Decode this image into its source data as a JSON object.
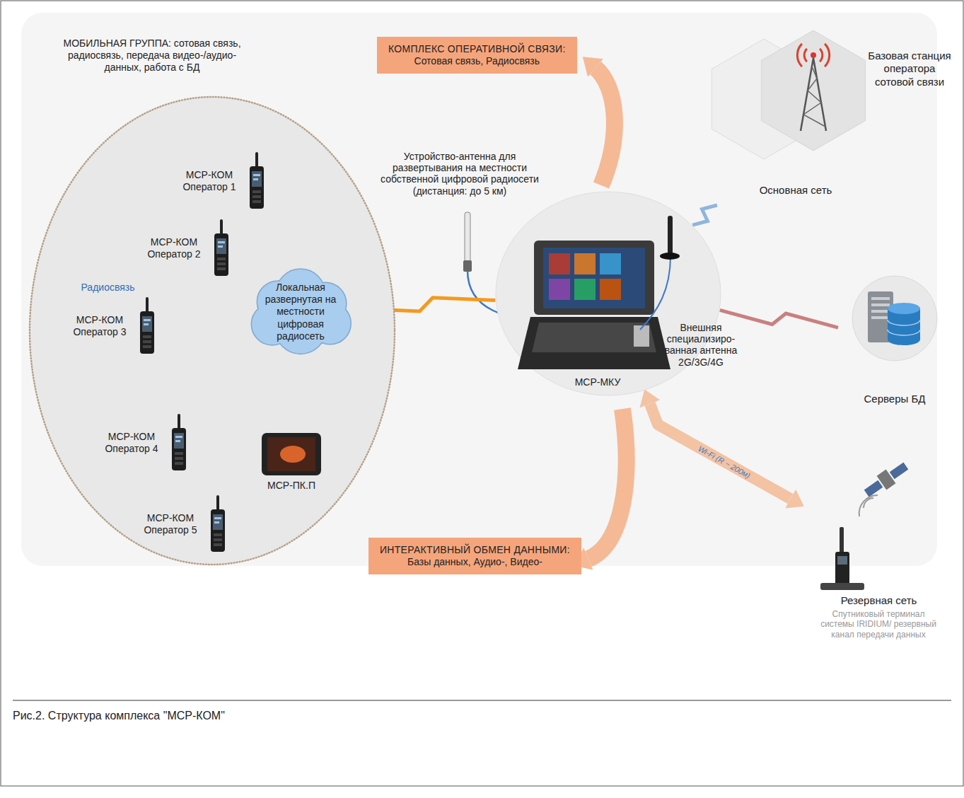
{
  "diagram": {
    "caption": "Рис.2. Структура комплекса \"МСР-КОМ\"",
    "nodes": [
      {
        "text": [
          "КОМПЛЕКС ОПЕРАТИВНОЙ СВЯЗИ:",
          "Сотовая связь, Радиосвязь"
        ]
      },
      {
        "text": [
          "МОБИЛЬНАЯ ГРУППА: сотовая связь, радиосвязь, передача видео-/аудио- данных, работа с БД"
        ]
      },
      {
        "text": [
          "МСР-КОМ Оператор 1"
        ],
        "in": 1
      },
      {
        "text": [
          "МСР-КОМ Оператор 2"
        ],
        "in": 1
      },
      {
        "text": [
          "МСР-КОМ Оператор 3"
        ],
        "in": 1
      },
      {
        "text": [
          "МСР-КОМ Оператор 4"
        ],
        "in": 1
      },
      {
        "text": [
          "МСР-КОМ Оператор 5"
        ],
        "in": 1
      },
      {
        "text": [
          "Локальная развернутая на местности цифровая радиосеть"
        ],
        "in": 1
      },
      {
        "text": [
          "МСР-ПК.П"
        ],
        "in": 1
      },
      {
        "text": [
          "МСР-МКУ"
        ]
      },
      {
        "text": [
          "Базовая станция оператора сотовой связи",
          "Основная сеть"
        ]
      },
      {
        "text": [
          "Серверы БД"
        ]
      },
      {
        "text": [
          "Резервная сеть",
          "Спутниковый терминал системы IRIDIUM/ резервный канал передачи данных"
        ]
      },
      {
        "text": [
          "ИНТЕРАКТИВНЫЙ ОБМЕН ДАННЫМИ:",
          "Базы данных, Аудио-, Видео-"
        ]
      }
    ],
    "edges": [
      {
        "from": 2,
        "to": 7,
        "arrow": "both"
      },
      {
        "from": 3,
        "to": 7,
        "arrow": "both"
      },
      {
        "from": 4,
        "to": 7,
        "arrow": "both"
      },
      {
        "from": 5,
        "to": 7,
        "arrow": "both"
      },
      {
        "from": 6,
        "to": 7,
        "arrow": "both"
      },
      {
        "from": 8,
        "to": 7,
        "arrow": "both"
      },
      {
        "from": 3,
        "to": 4,
        "label": "Радиосвязь",
        "arrow": "both"
      },
      {
        "from": 7,
        "to": 9,
        "arrow": "none"
      },
      {
        "from": 9,
        "to": 10,
        "arrow": "none"
      },
      {
        "from": 9,
        "to": 11,
        "arrow": "none"
      },
      {
        "from": 9,
        "to": 12,
        "label": "Wi-Fi (R ~ 200м)",
        "arrow": "both"
      }
    ],
    "labels": [
      "Устройство-антенна для развертывания на местности собственной цифровой радиосети (дистанция: до 5 км)",
      "Внешняя специализиро-ванная антенна 2G/3G/4G"
    ]
  }
}
